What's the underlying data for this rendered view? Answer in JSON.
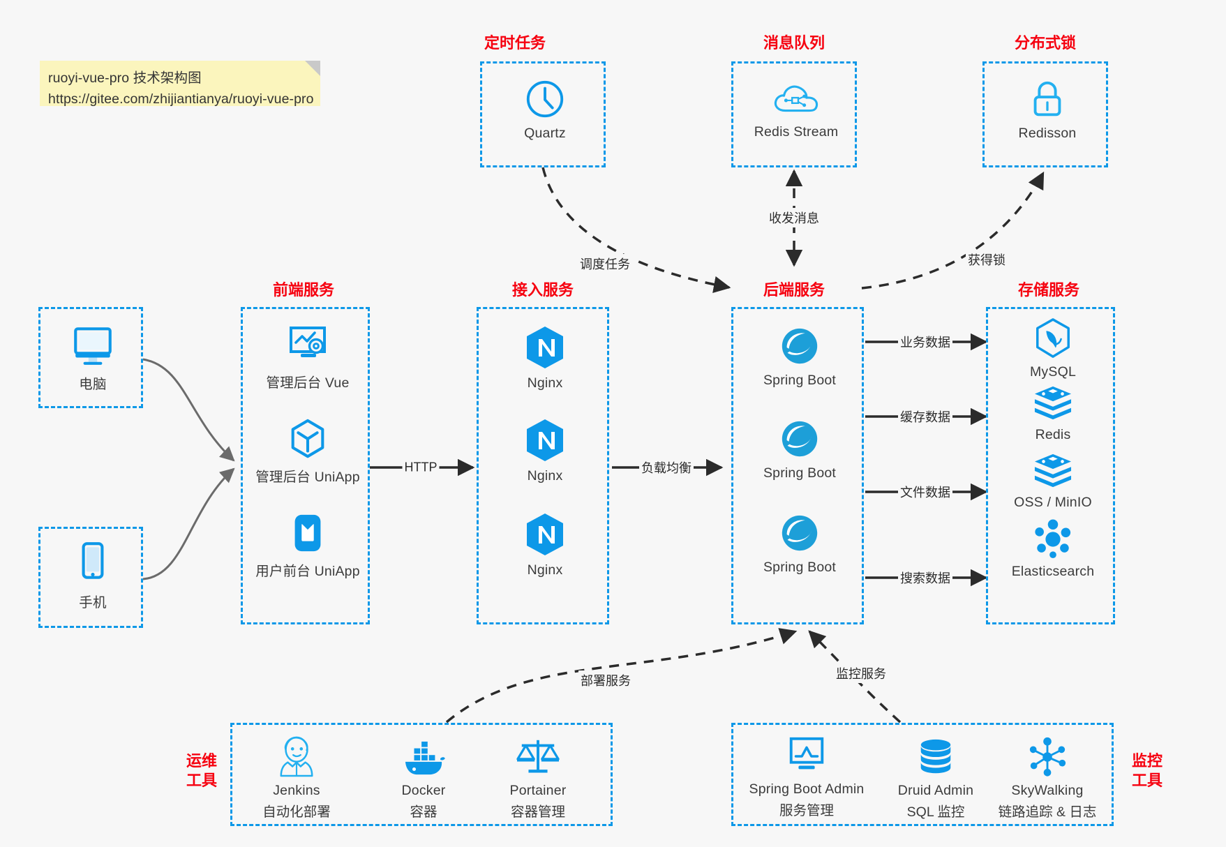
{
  "note": {
    "line1": "ruoyi-vue-pro 技术架构图",
    "line2": "https://gitee.com/zhijiantianya/ruoyi-vue-pro"
  },
  "colors": {
    "box_border": "#0d98e8",
    "group_title": "#f6000f",
    "icon_blue": "#0d98e8",
    "arrow": "#2b2b2b",
    "curve": "#5a5a5a",
    "background": "#f7f7f7",
    "note_bg": "#fbf5bd",
    "label_text": "#3b3b3b"
  },
  "groups": {
    "scheduler": {
      "title": "定时任务"
    },
    "mq": {
      "title": "消息队列"
    },
    "lock": {
      "title": "分布式锁"
    },
    "frontend": {
      "title": "前端服务"
    },
    "gateway": {
      "title": "接入服务"
    },
    "backend": {
      "title": "后端服务"
    },
    "storage": {
      "title": "存储服务"
    },
    "devops": {
      "title": "运维\n工具",
      "title_l1": "运维",
      "title_l2": "工具"
    },
    "monitor": {
      "title": "监控\n工具",
      "title_l1": "监控",
      "title_l2": "工具"
    }
  },
  "clients": [
    {
      "label": "电脑",
      "icon": "monitor-icon"
    },
    {
      "label": "手机",
      "icon": "mobile-phone-icon"
    }
  ],
  "scheduler_nodes": [
    {
      "label": "Quartz",
      "icon": "clock-icon"
    }
  ],
  "mq_nodes": [
    {
      "label": "Redis Stream",
      "icon": "cloud-network-icon"
    }
  ],
  "lock_nodes": [
    {
      "label": "Redisson",
      "icon": "padlock-icon"
    }
  ],
  "frontend_nodes": [
    {
      "label": "管理后台 Vue",
      "icon": "dashboard-gear-icon"
    },
    {
      "label": "管理后台 UniApp",
      "icon": "cube-icon"
    },
    {
      "label": "用户前台 UniApp",
      "icon": "mobile-app-icon"
    }
  ],
  "gateway_nodes": [
    {
      "label": "Nginx",
      "icon": "nginx-icon"
    },
    {
      "label": "Nginx",
      "icon": "nginx-icon"
    },
    {
      "label": "Nginx",
      "icon": "nginx-icon"
    }
  ],
  "backend_nodes": [
    {
      "label": "Spring Boot",
      "icon": "spring-boot-icon"
    },
    {
      "label": "Spring Boot",
      "icon": "spring-boot-icon"
    },
    {
      "label": "Spring Boot",
      "icon": "spring-boot-icon"
    }
  ],
  "storage_nodes": [
    {
      "label": "MySQL",
      "icon": "mysql-dolphin-icon"
    },
    {
      "label": "Redis",
      "icon": "redis-stack-icon"
    },
    {
      "label": "OSS / MinIO",
      "icon": "redis-stack-icon"
    },
    {
      "label": "Elasticsearch",
      "icon": "elasticsearch-icon"
    }
  ],
  "devops_nodes": [
    {
      "label": "Jenkins",
      "sublabel": "自动化部署",
      "icon": "jenkins-butler-icon"
    },
    {
      "label": "Docker",
      "sublabel": "容器",
      "icon": "docker-whale-icon"
    },
    {
      "label": "Portainer",
      "sublabel": "容器管理",
      "icon": "scales-icon"
    }
  ],
  "monitor_nodes": [
    {
      "label": "Spring Boot Admin",
      "sublabel": "服务管理",
      "icon": "monitor-chart-icon"
    },
    {
      "label": "Druid Admin",
      "sublabel": "SQL 监控",
      "icon": "database-icon"
    },
    {
      "label": "SkyWalking",
      "sublabel": "链路追踪 & 日志",
      "icon": "network-node-icon"
    }
  ],
  "edges": [
    {
      "label": "HTTP",
      "from": "frontend",
      "to": "gateway"
    },
    {
      "label": "负载均衡",
      "from": "gateway",
      "to": "backend"
    },
    {
      "label": "调度任务",
      "from": "scheduler",
      "to": "backend"
    },
    {
      "label": "收发消息",
      "from": "mq",
      "to": "backend"
    },
    {
      "label": "获得锁",
      "from": "backend",
      "to": "lock"
    },
    {
      "label": "业务数据",
      "from": "backend",
      "to": "storage"
    },
    {
      "label": "缓存数据",
      "from": "backend",
      "to": "storage"
    },
    {
      "label": "文件数据",
      "from": "backend",
      "to": "storage"
    },
    {
      "label": "搜索数据",
      "from": "backend",
      "to": "storage"
    },
    {
      "label": "部署服务",
      "from": "devops",
      "to": "backend"
    },
    {
      "label": "监控服务",
      "from": "monitor",
      "to": "backend"
    }
  ]
}
